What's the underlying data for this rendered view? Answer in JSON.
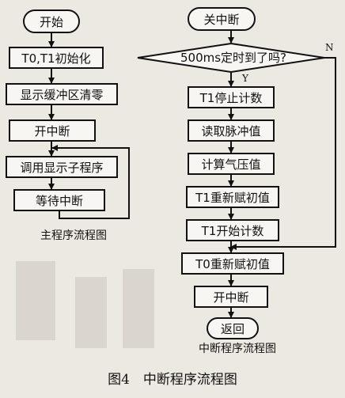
{
  "main_program": {
    "start": "开始",
    "init": "T0,T1初始化",
    "clear_buffer": "显示缓冲区清零",
    "enable_interrupt": "开中断",
    "call_display": "调用显示子程序",
    "wait_interrupt": "等待中断",
    "caption": "主程序流程图"
  },
  "interrupt_program": {
    "disable_interrupt": "关中断",
    "decision": "500ms定时到了吗?",
    "yes_label": "Y",
    "no_label": "N",
    "t1_stop": "T1停止计数",
    "read_pulse": "读取脉冲值",
    "calc_pressure": "计算气压值",
    "t1_reload": "T1重新赋初值",
    "t1_start": "T1开始计数",
    "t0_reload": "T0重新赋初值",
    "enable_interrupt": "开中断",
    "return": "返回",
    "caption": "中断程序流程图"
  },
  "figure_caption": "图4　中断程序流程图"
}
